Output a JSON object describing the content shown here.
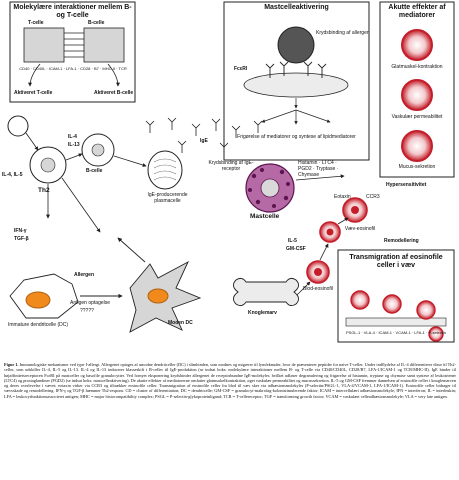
{
  "boxes": {
    "molecular": {
      "title": "Molekylære interaktioner mellem B- og T-celle",
      "t_cell": "T-celle",
      "b_cell": "B-celle",
      "activated_t": "Aktiveret T-celle",
      "activated_b": "Aktiveret B-celle",
      "molecules": "CD40 · CD40L · ICAM-1 · LFA-1 · CD28 · B7 · MHC-II · TCR"
    },
    "mast_activation": {
      "title": "Mastcelleaktivering",
      "antigen_note": "Krydsbinding af allergen",
      "receptor_note": "FcεRI",
      "bottom_note": "Frigørelse af mediatorer og syntese af lipidmediatorer"
    },
    "acute_effects": {
      "title": "Akutte effekter af mediatorer",
      "item1": "Glatmuskel-kontraktion",
      "item2": "Vaskulær permeabilitet",
      "item3": "Mucus-sekretion"
    },
    "transmigration": {
      "title": "Transmigration af eosinofile celler i væv",
      "molecules": "PSGL-1 · VLA-4 · ICAM-1 · VCAM-1 · LFA-1 · P-selectin"
    }
  },
  "labels": {
    "th2": "Th2",
    "il4": "IL-4",
    "il13": "IL-13",
    "b_cell": "B-celle",
    "il4_il5": "IL-4, IL-5",
    "ifn": "IFN-γ",
    "tgf": "TGF-β",
    "plasmacell": "IgE-producerende plasmacelle",
    "ige": "IgE",
    "mastcelle": "Mastcelle",
    "mast_note": "Krydsbinding af IgE-receptor",
    "mediators": "Histamin · LTC4 · PGD2 · Tryptase · Chymase",
    "hyper_effects": "Hypersensitivitet",
    "remodellering": "Remodellering",
    "vaev_eosinofil": "Væv-eosinofil",
    "eosinofil_blod": "Blod-eosinofil",
    "knoglemarv": "Knoglemarv",
    "mature_dc": "Moden DC",
    "immature_dc": "Immature dendritcelle (DC)",
    "antigen": "Allergen",
    "antigen_uptake": "Antigen optagelse",
    "il5": "IL-5",
    "gm_csf": "GM-CSF",
    "ccr3": "CCR3",
    "eotaxin": "Eotaxin",
    "question": "?????"
  },
  "caption": {
    "heading": "Figur 1.",
    "text": "Immunologiske mekanismer ved type I-allergi. Allergenet optages af umodne dendritceller (DC) i slimhinden, som modnes og migrerer til lymfeknuder, hvor de præsenterer peptider for naive T-celler. Under indflydelse af IL-4 differentierer disse til Th2-celler, som udskiller IL-4, IL-5 og IL-13. IL-4 og IL-13 inducerer klasseskift i B-celler til IgE-produktion (se indsat boks: molekylære interaktioner mellem B- og T-celle via CD40/CD40L, CD28/B7, LFA-1/ICAM-1 og TCR/MHC-II). IgE binder til højaffinitetsreceptoren FcεRI på mastceller og basofile granulocytter. Ved fornyet eksponering krydsbinder allergenet de receptorbundne IgE-molekyler, hvilket udløser degranulering og frigørelse af histamin, tryptase og chymase samt syntese af leukotriener (LTC4) og prostaglandiner (PGD2) (se indsat boks: mastcelleaktivering). De akutte effekter af mediatorerne omfatter glatmuskelkontraktion, øget vaskulær permeabilitet og mucussekretion. IL-5 og GM-CSF fremmer dannelsen af eosinofile celler i knoglemarven og deres overlevelse i vævet; eotaxin virker via CCR3 og tiltrækker eosinofile celler. Transmigration af eosinofile celler fra blod til væv sker via adhæsionsmolekyler (P-selectin/PSGL-1, VLA-4/VCAM-1, LFA-1/ICAM-1). Eosinofile celler bidrager til vævsskade og remodellering. IFN-γ og TGF-β hæmmer Th2-respons. CD = cluster of differentiation; DC = dendritcelle; GM-CSF = granulocyt-makrofag-kolonistimulerende faktor; ICAM = intercellulært adhæsionsmolekyle; IFN = interferon; IL = interleukin; LFA = leukocytfunktionsassocieret antigen; MHC = major histocompatibility complex; PSGL = P-selectin-glykoproteinligand; TCR = T-cellereceptor; TGF = transforming growth factor; VCAM = vaskulært celleadhæsionsmolekyle; VLA = very late antigen."
  },
  "colors": {
    "eosinophil_red": "#c41e2a",
    "dc_orange": "#f08a1c",
    "mast_purple": "#8a2a7a",
    "gray_fill": "#d6d6d6",
    "line": "#222222"
  }
}
